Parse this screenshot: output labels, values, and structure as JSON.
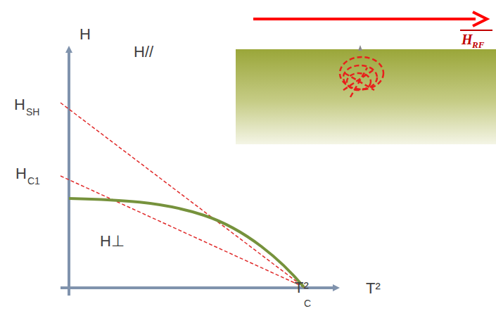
{
  "diagram": {
    "labels": [
      "H",
      "H//",
      "H",
      "SH",
      "H",
      "C1",
      "H⊥",
      "T²",
      "C",
      "T²",
      "H",
      "RF"
    ]
  }
}
